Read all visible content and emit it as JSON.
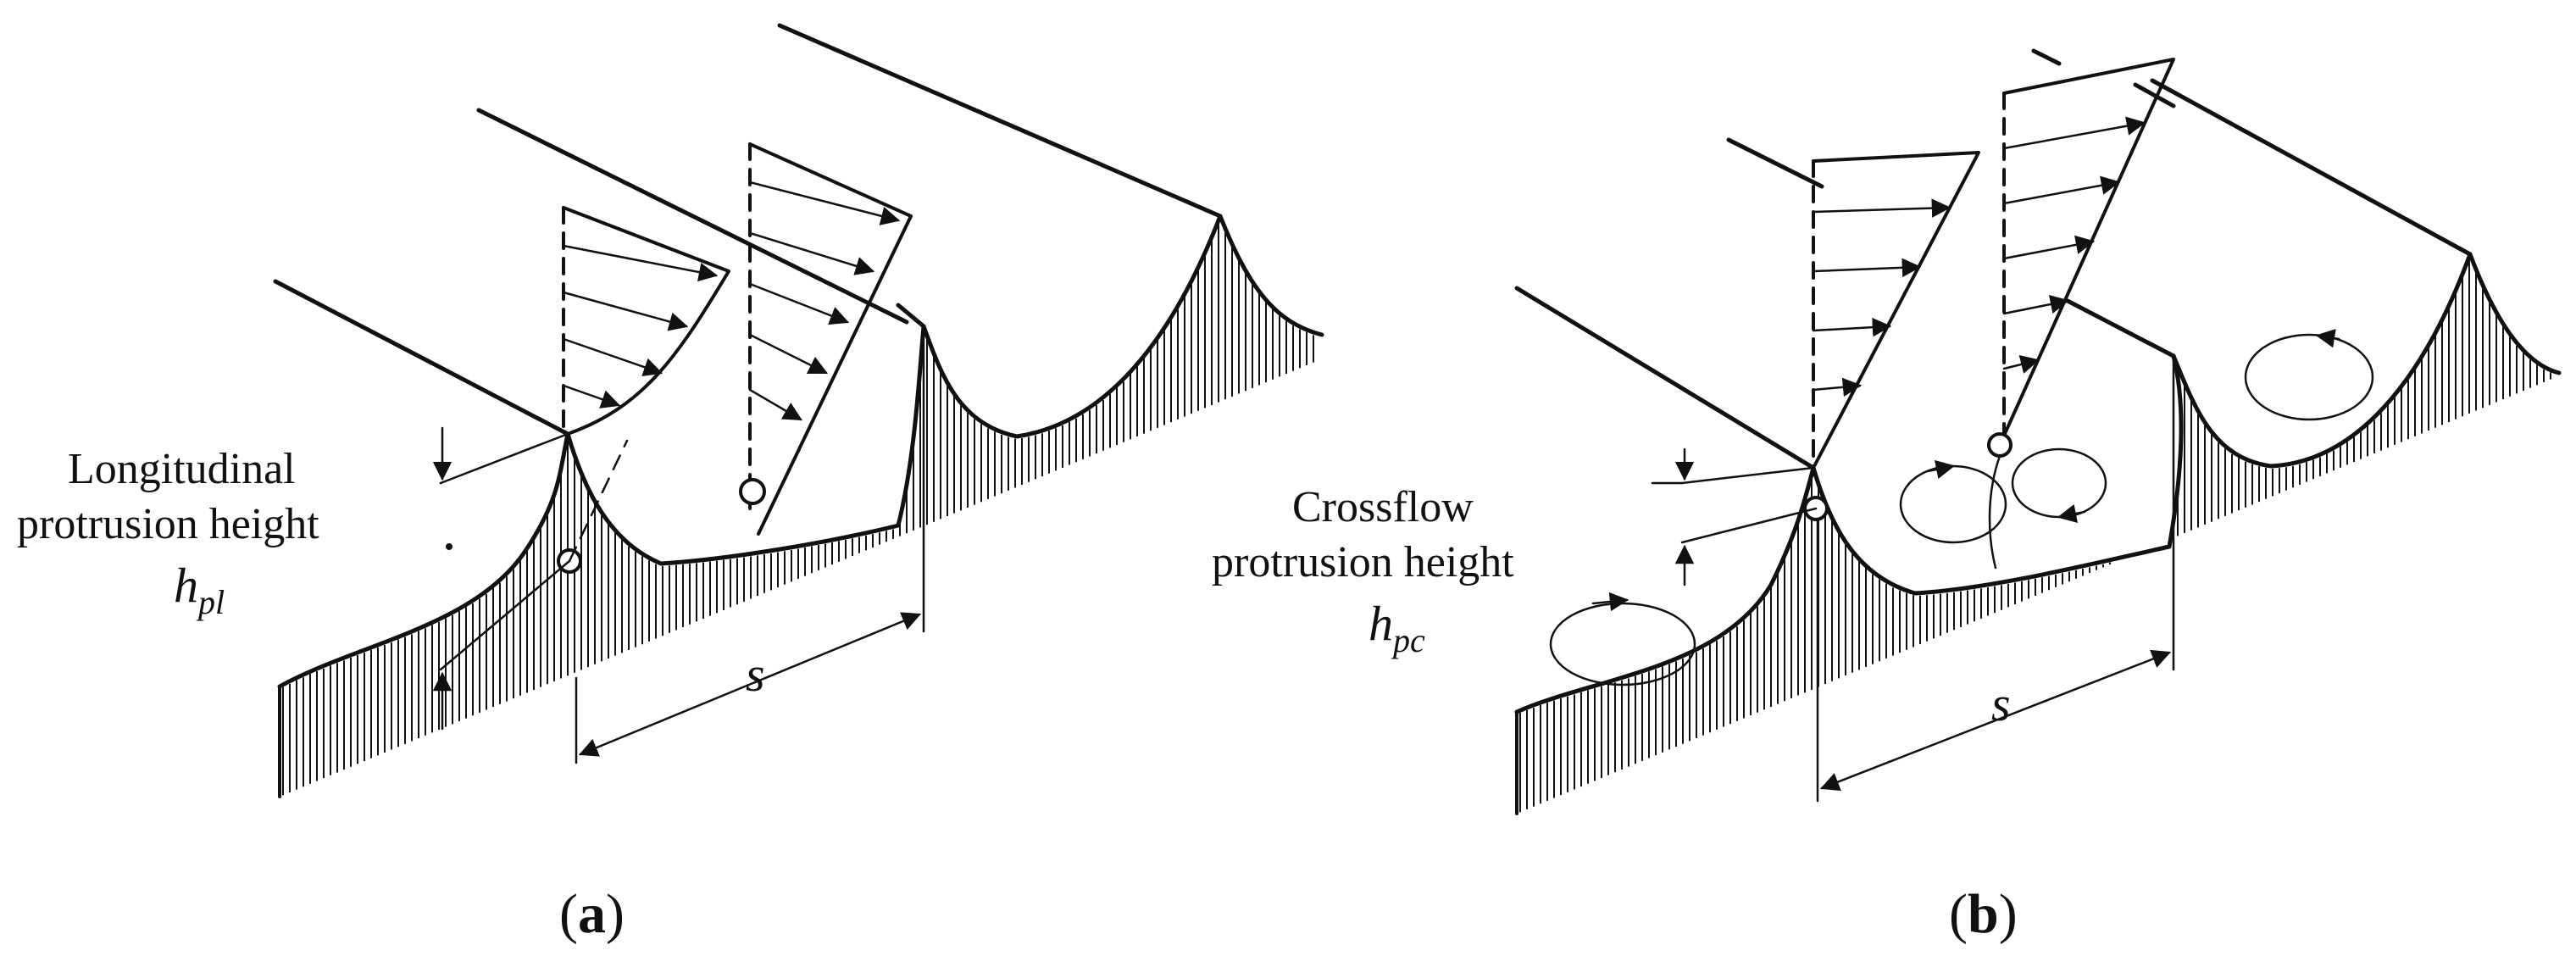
{
  "panels": [
    {
      "id": "a",
      "tag_open": "(",
      "tag_letter": "a",
      "tag_close": ")",
      "label_line1": "Longitudinal",
      "label_line2": "protrusion height",
      "symbol_main": "h",
      "symbol_sub": "pl",
      "spacing": "s"
    },
    {
      "id": "b",
      "tag_open": "(",
      "tag_letter": "b",
      "tag_close": ")",
      "label_line1": "Crossflow",
      "label_line2": "protrusion height",
      "symbol_main": "h",
      "symbol_sub": "pc",
      "spacing": "s"
    }
  ],
  "colors": {
    "ink": "#111111",
    "background": "#ffffff"
  }
}
